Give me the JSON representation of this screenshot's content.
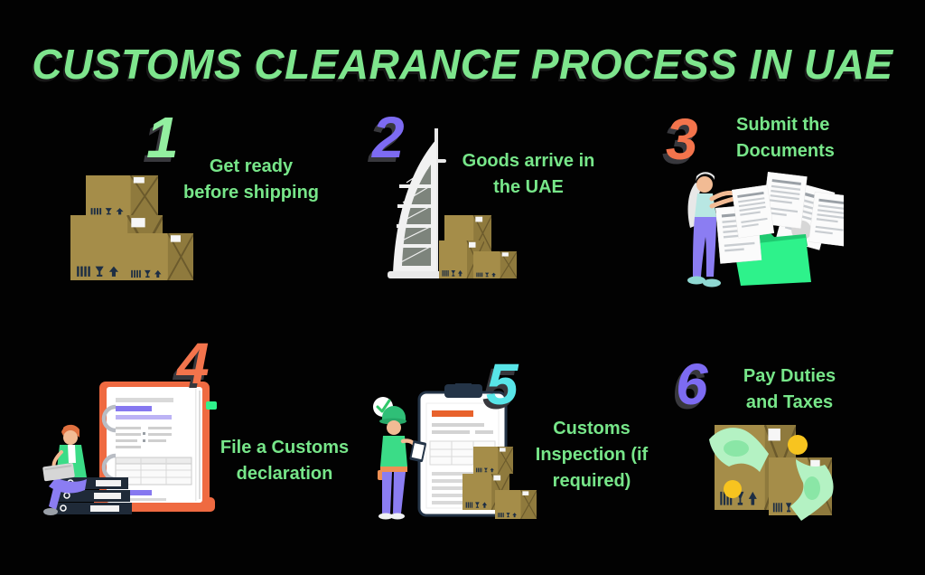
{
  "title": "CUSTOMS CLEARANCE PROCESS IN UAE",
  "colors": {
    "bg": "#020202",
    "title-green": "#7ee58d",
    "label-green": "#77e689",
    "num-shadow": "#38383d",
    "box-face": "#a58d49",
    "box-side": "#8f7a3d",
    "box-line": "#6b5a2c",
    "box-mark": "#1d2e44",
    "burj-panel": "#7d847c",
    "folder-green": "#2ef28b",
    "folder-dark": "#1fca70",
    "binder-orange": "#ef6a41",
    "accent-purple": "#8678f0",
    "clip-navy": "#243447",
    "inspect-orange": "#e8622c",
    "money-green": "#b4f2c3",
    "money-dark": "#8ae6a6",
    "coin-yellow": "#f7c41f",
    "shirt-green": "#3bdc87",
    "pants-purple": "#8b7df2",
    "check-green": "#2fc768"
  },
  "steps": [
    {
      "number": "1",
      "label": "Get ready\nbefore shipping",
      "color": "#93efa0",
      "illustration": "stacked-shipping-boxes"
    },
    {
      "number": "2",
      "label": "Goods arrive in\nthe UAE",
      "color": "#7d6bf2",
      "illustration": "burj-al-arab-with-boxes"
    },
    {
      "number": "3",
      "label": "Submit the\nDocuments",
      "color": "#f3744c",
      "illustration": "woman-filing-documents-into-folder"
    },
    {
      "number": "4",
      "label": "File a Customs\ndeclaration",
      "color": "#f3744c",
      "illustration": "person-with-laptop-and-declaration-binder"
    },
    {
      "number": "5",
      "label": "Customs\nInspection (if\nrequired)",
      "color": "#58e5e8",
      "illustration": "inspector-with-clipboard-and-boxes"
    },
    {
      "number": "6",
      "label": "Pay Duties\nand Taxes",
      "color": "#7d6bf2",
      "illustration": "boxes-with-banknotes-and-coins"
    }
  ]
}
